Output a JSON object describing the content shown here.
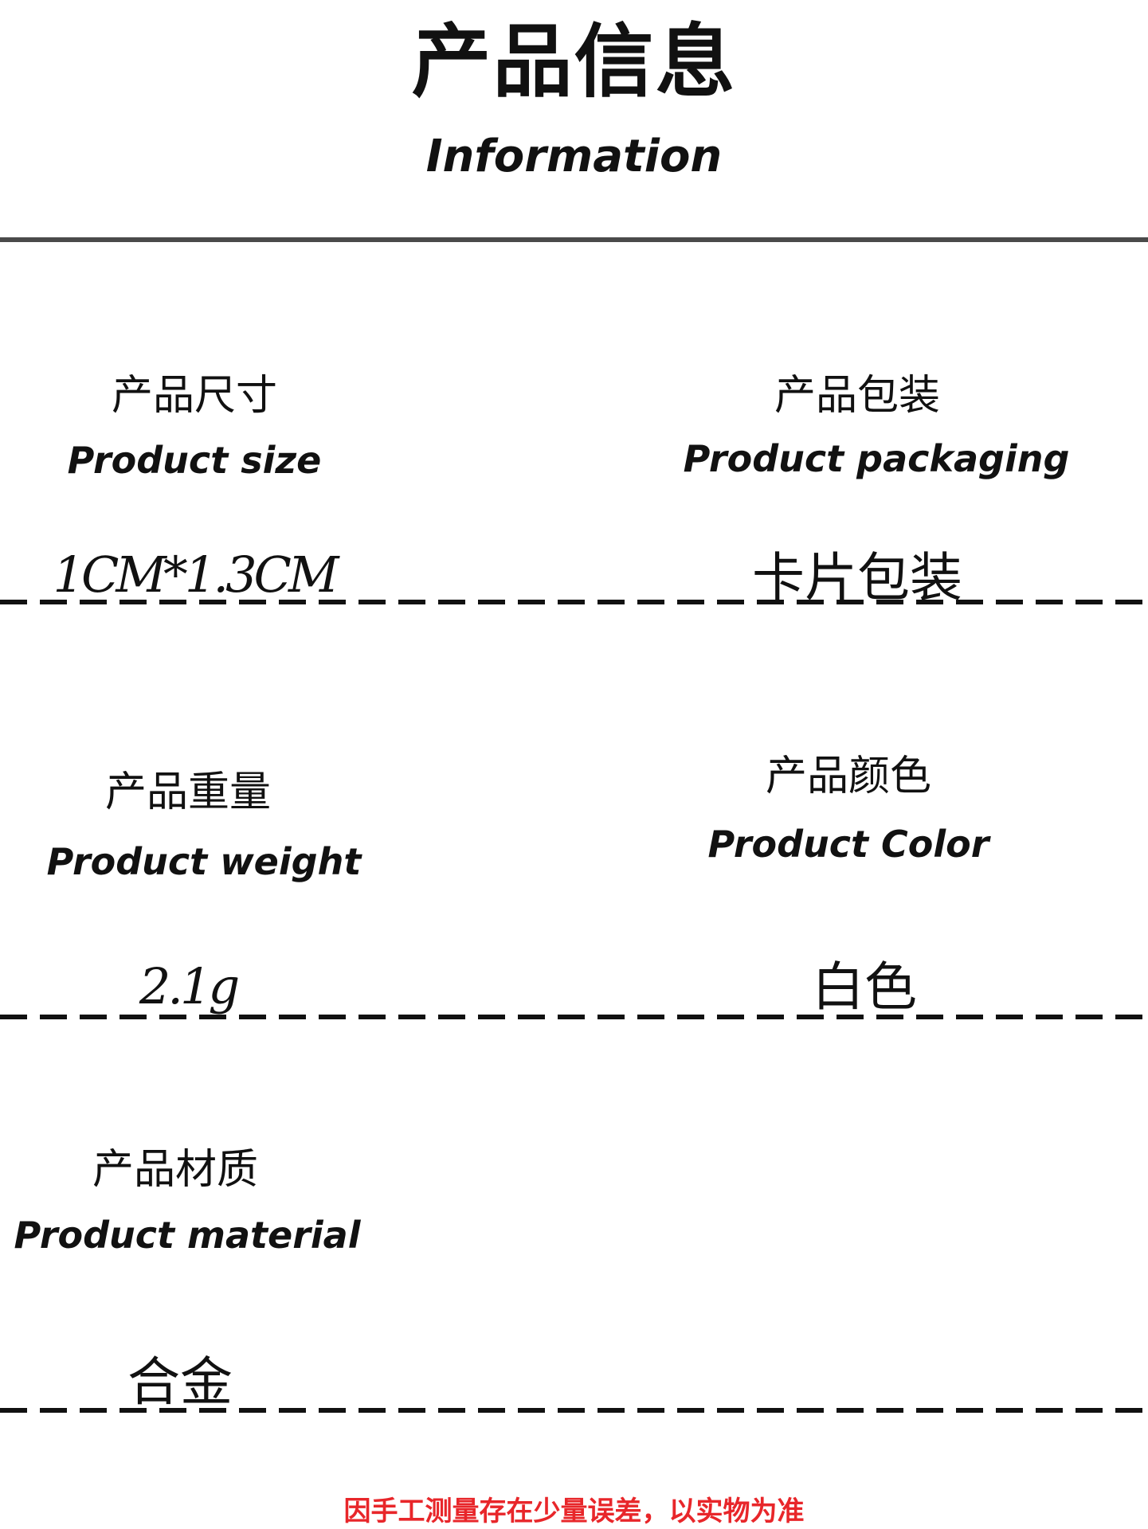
{
  "header": {
    "title_cn": "产品信息",
    "title_en": "Information"
  },
  "specs": {
    "size": {
      "label_cn": "产品尺寸",
      "label_en": "Product size",
      "value": "1CM*1.3CM"
    },
    "packaging": {
      "label_cn": "产品包装",
      "label_en": "Product packaging",
      "value": "卡片包装"
    },
    "weight": {
      "label_cn": "产品重量",
      "label_en": "Product weight",
      "value": "2.1g"
    },
    "color": {
      "label_cn": "产品颜色",
      "label_en": "Product Color",
      "value": "白色"
    },
    "material": {
      "label_cn": "产品材质",
      "label_en": "Product material",
      "value": "合金"
    }
  },
  "footer": {
    "note": "因手工测量存在少量误差，以实物为准"
  },
  "colors": {
    "text": "#111111",
    "rule": "#4a4a4a",
    "note": "#e8262a",
    "background": "#ffffff"
  }
}
